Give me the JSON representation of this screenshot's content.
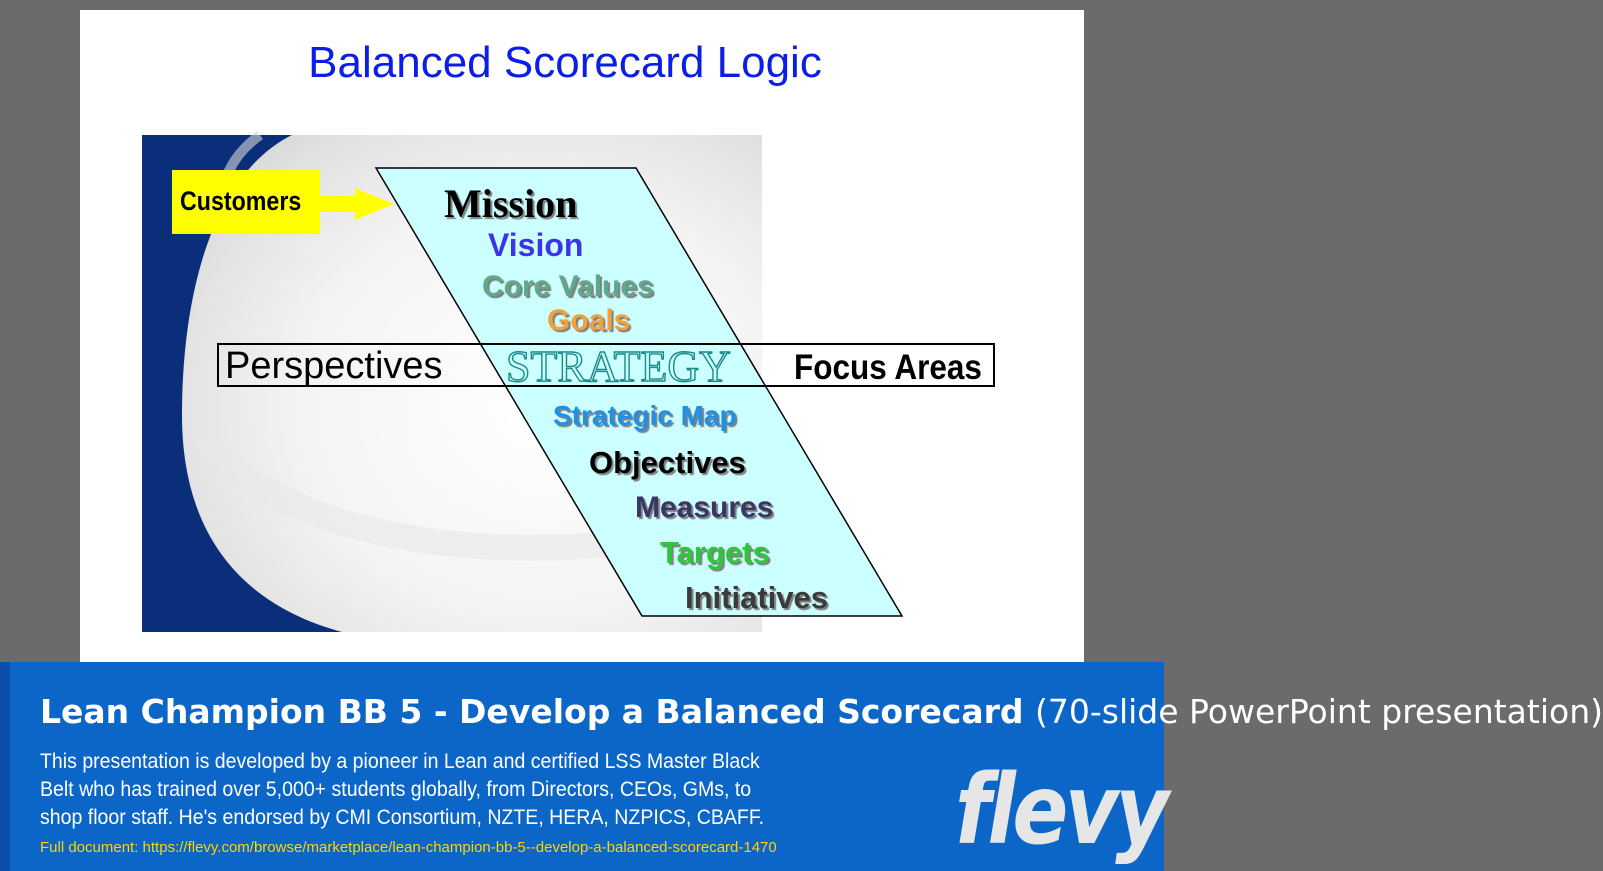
{
  "slide": {
    "title": "Balanced Scorecard Logic",
    "customers_label": "Customers",
    "perspectives_label": "Perspectives",
    "focus_areas_label": "Focus Areas",
    "strategy_label": "STRATEGY",
    "upper_items": [
      {
        "label": "Mission",
        "color": "#000000"
      },
      {
        "label": "Vision",
        "color": "#3a36e8"
      },
      {
        "label": "Core Values",
        "color": "#5fa88a"
      },
      {
        "label": "Goals",
        "color": "#f4a13a"
      }
    ],
    "lower_items": [
      {
        "label": "Strategic Map",
        "color": "#1e90e6"
      },
      {
        "label": "Objectives",
        "color": "#000000"
      },
      {
        "label": "Measures",
        "color": "#3b3566"
      },
      {
        "label": "Targets",
        "color": "#2ec63a"
      },
      {
        "label": "Initiatives",
        "color": "#3a3a3a"
      }
    ],
    "colors": {
      "parallelogram_fill": "#ccffff",
      "strategy_text": "#1a8a8a",
      "customers_box": "#ffff00",
      "arrow": "#ffff00",
      "title": "#0a1ee6",
      "panel_navy": "#0b2e7a"
    }
  },
  "footer": {
    "title_bold": "Lean Champion BB 5 - Develop a Balanced Scorecard",
    "title_light": "(70-slide PowerPoint presentation)",
    "description": "This presentation is developed by a pioneer in Lean and certified LSS Master Black Belt who has trained over 5,000+ students globally, from Directors, CEOs, GMs, to shop floor staff. He's endorsed by CMI Consortium, NZTE, HERA, NZPICS, CBAFF.",
    "link_text": "Full document: https://flevy.com/browse/marketplace/lean-champion-bb-5--develop-a-balanced-scorecard-1470",
    "logo_text": "flevy",
    "colors": {
      "background": "#0b66c8",
      "link": "#ffd400",
      "logo": "#e6e6e6"
    }
  }
}
